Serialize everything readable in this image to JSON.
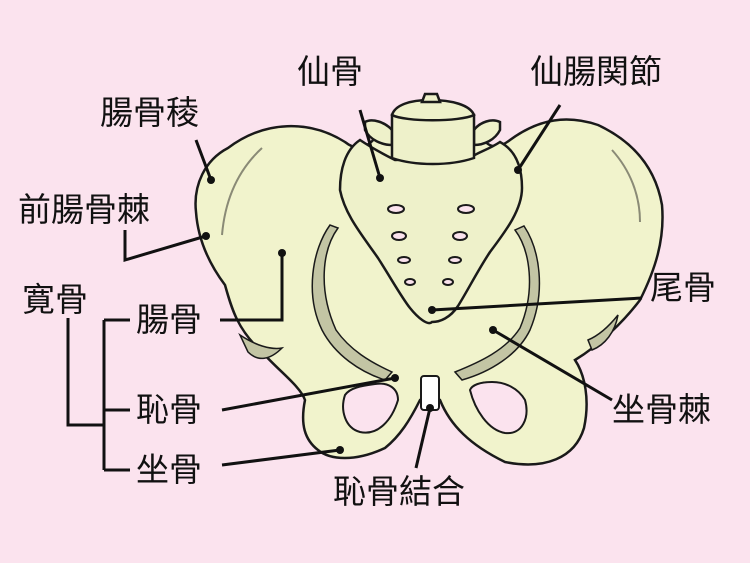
{
  "colors": {
    "background": "#fbe3ee",
    "bone_fill": "#f1f3cc",
    "bone_shade": "#c3c5a4",
    "sacrum_fill": "#eef1ca",
    "outline": "#1a1a1a",
    "leader": "#111111"
  },
  "labels": {
    "sacrum": "仙骨",
    "sacroiliac_joint": "仙腸関節",
    "iliac_crest": "腸骨稜",
    "anterior_iliac_spine": "前腸骨棘",
    "hip_bone": "寛骨",
    "ilium": "腸骨",
    "pubis": "恥骨",
    "ischium": "坐骨",
    "coccyx": "尾骨",
    "ischial_spine": "坐骨棘",
    "pubic_symphysis": "恥骨結合"
  }
}
